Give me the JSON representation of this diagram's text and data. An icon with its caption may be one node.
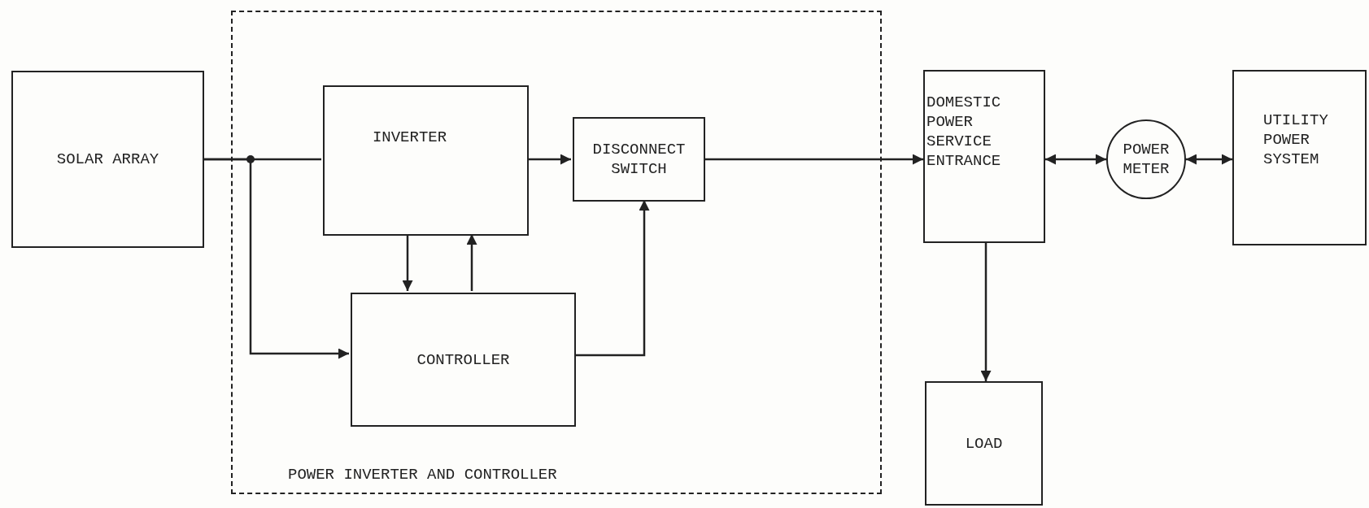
{
  "diagram": {
    "nodes": [
      {
        "text": [
          "SOLAR ARRAY"
        ]
      },
      {
        "text": [
          "POWER INVERTER AND CONTROLLER"
        ]
      },
      {
        "text": [
          "INVERTER"
        ],
        "in": 1
      },
      {
        "text": [
          "DISCONNECT SWITCH"
        ],
        "in": 1
      },
      {
        "text": [
          "CONTROLLER"
        ],
        "in": 1
      },
      {
        "text": [
          "DOMESTIC POWER SERVICE ENTRANCE"
        ]
      },
      {
        "text": [
          "POWER METER"
        ]
      },
      {
        "text": [
          "UTILITY POWER SYSTEM"
        ]
      },
      {
        "text": [
          "LOAD"
        ]
      }
    ],
    "edges": [
      {
        "from": 0,
        "to": 2,
        "arrow": "none"
      },
      {
        "from": 0,
        "to": 4,
        "arrow": "to"
      },
      {
        "from": 2,
        "to": 3,
        "arrow": "to"
      },
      {
        "from": 2,
        "to": 4,
        "arrow": "to"
      },
      {
        "from": 4,
        "to": 2,
        "arrow": "to"
      },
      {
        "from": 4,
        "to": 3,
        "arrow": "to"
      },
      {
        "from": 3,
        "to": 5,
        "arrow": "to"
      },
      {
        "from": 5,
        "to": 8,
        "arrow": "to"
      },
      {
        "from": 5,
        "to": 6,
        "arrow": "both"
      },
      {
        "from": 6,
        "to": 7,
        "arrow": "both"
      }
    ]
  }
}
